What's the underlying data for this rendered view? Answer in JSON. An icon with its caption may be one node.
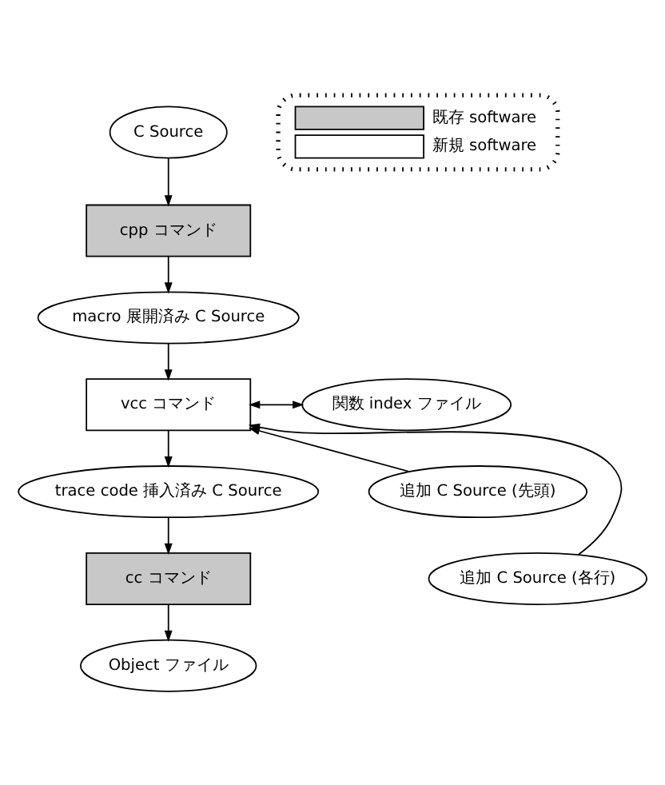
{
  "diagram": {
    "nodes": [
      {
        "text": [
          "C Source"
        ]
      },
      {
        "text": [
          "cpp コマンド"
        ]
      },
      {
        "text": [
          "macro 展開済み C Source"
        ]
      },
      {
        "text": [
          "vcc コマンド"
        ]
      },
      {
        "text": [
          "関数 index ファイル"
        ]
      },
      {
        "text": [
          "追加 C Source (先頭)"
        ]
      },
      {
        "text": [
          "追加 C Source (各行)"
        ]
      },
      {
        "text": [
          "trace code 挿入済み C Source"
        ]
      },
      {
        "text": [
          "cc コマンド"
        ]
      },
      {
        "text": [
          "Object ファイル"
        ]
      }
    ],
    "edges": [
      {
        "from": 0,
        "to": 1,
        "arrow": "to"
      },
      {
        "from": 1,
        "to": 2,
        "arrow": "to"
      },
      {
        "from": 2,
        "to": 3,
        "arrow": "to"
      },
      {
        "from": 3,
        "to": 4,
        "arrow": "both"
      },
      {
        "from": 5,
        "to": 3,
        "arrow": "to"
      },
      {
        "from": 6,
        "to": 3,
        "arrow": "to"
      },
      {
        "from": 3,
        "to": 7,
        "arrow": "to"
      },
      {
        "from": 7,
        "to": 8,
        "arrow": "to"
      },
      {
        "from": 8,
        "to": 9,
        "arrow": "to"
      }
    ],
    "legend": [
      {
        "text": "既存 software",
        "color": "#c8c8c8"
      },
      {
        "text": "新規 software",
        "color": "#ffffff"
      }
    ]
  }
}
